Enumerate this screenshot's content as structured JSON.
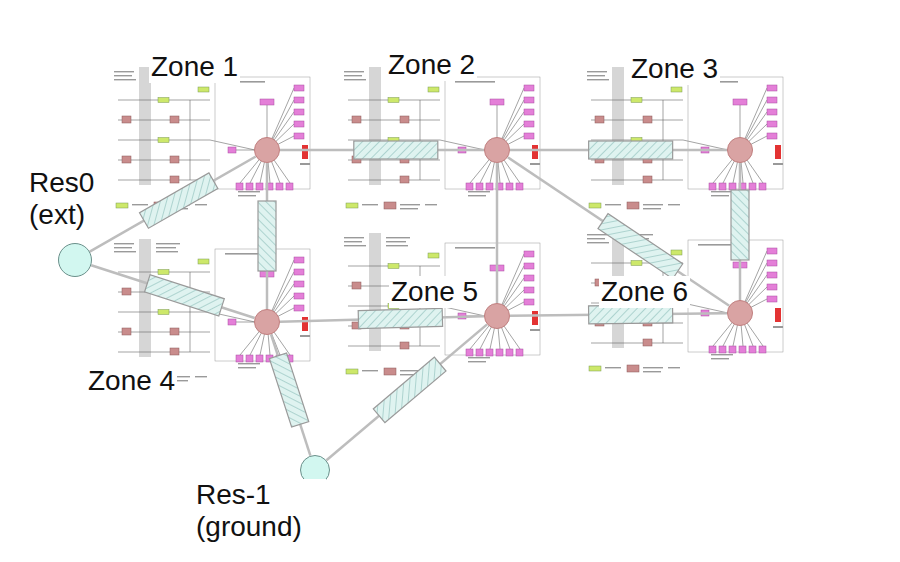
{
  "diagram": {
    "nodes": [
      {
        "text": [
          "Zone 1"
        ]
      },
      {
        "text": [
          "Zone 2"
        ]
      },
      {
        "text": [
          "Zone 3"
        ]
      },
      {
        "text": [
          "Res0 (ext)"
        ]
      },
      {
        "text": [
          "Zone 4"
        ]
      },
      {
        "text": [
          "Zone 5"
        ]
      },
      {
        "text": [
          "Zone 6"
        ]
      },
      {
        "text": [
          "Res-1 (ground)"
        ]
      }
    ],
    "edges": [
      {
        "from": 3,
        "to": 0,
        "arrow": "none"
      },
      {
        "from": 3,
        "to": 4,
        "arrow": "none"
      },
      {
        "from": 0,
        "to": 1,
        "arrow": "none"
      },
      {
        "from": 1,
        "to": 2,
        "arrow": "none"
      },
      {
        "from": 0,
        "to": 4,
        "arrow": "none"
      },
      {
        "from": 1,
        "to": 5,
        "arrow": "none"
      },
      {
        "from": 1,
        "to": 6,
        "arrow": "none"
      },
      {
        "from": 2,
        "to": 6,
        "arrow": "none"
      },
      {
        "from": 4,
        "to": 5,
        "arrow": "none"
      },
      {
        "from": 5,
        "to": 6,
        "arrow": "none"
      },
      {
        "from": 4,
        "to": 7,
        "arrow": "none"
      },
      {
        "from": 5,
        "to": 7,
        "arrow": "none"
      }
    ]
  }
}
